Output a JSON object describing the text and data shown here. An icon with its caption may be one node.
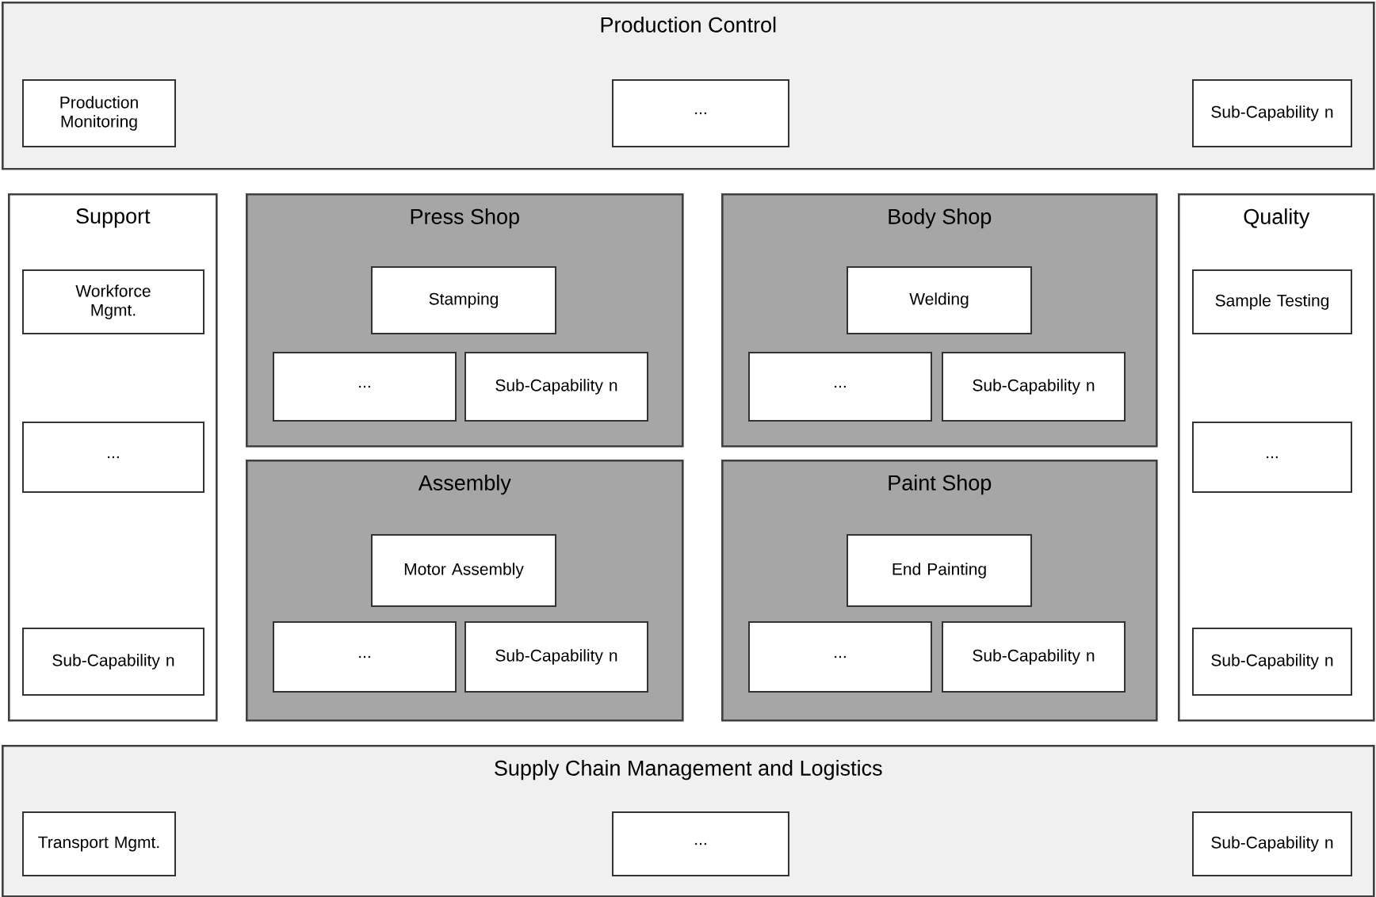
{
  "diagram": {
    "nodes": [
      {
        "text": [
          "Production Control"
        ]
      },
      {
        "text": [
          "Production Monitoring"
        ],
        "in": 0
      },
      {
        "text": [
          "..."
        ],
        "in": 0
      },
      {
        "text": [
          "Sub-Capability n"
        ],
        "in": 0
      },
      {
        "text": [
          "Support"
        ]
      },
      {
        "text": [
          "Workforce Mgmt."
        ],
        "in": 4
      },
      {
        "text": [
          "..."
        ],
        "in": 4
      },
      {
        "text": [
          "Sub-Capability n"
        ],
        "in": 4
      },
      {
        "text": [
          "Press Shop"
        ]
      },
      {
        "text": [
          "Stamping"
        ],
        "in": 8
      },
      {
        "text": [
          "..."
        ],
        "in": 8
      },
      {
        "text": [
          "Sub-Capability n"
        ],
        "in": 8
      },
      {
        "text": [
          "Body Shop"
        ]
      },
      {
        "text": [
          "Welding"
        ],
        "in": 12
      },
      {
        "text": [
          "..."
        ],
        "in": 12
      },
      {
        "text": [
          "Sub-Capability n"
        ],
        "in": 12
      },
      {
        "text": [
          "Assembly"
        ]
      },
      {
        "text": [
          "Motor Assembly"
        ],
        "in": 16
      },
      {
        "text": [
          "..."
        ],
        "in": 16
      },
      {
        "text": [
          "Sub-Capability n"
        ],
        "in": 16
      },
      {
        "text": [
          "Paint Shop"
        ]
      },
      {
        "text": [
          "End Painting"
        ],
        "in": 20
      },
      {
        "text": [
          "..."
        ],
        "in": 20
      },
      {
        "text": [
          "Sub-Capability n"
        ],
        "in": 20
      },
      {
        "text": [
          "Quality"
        ]
      },
      {
        "text": [
          "Sample Testing"
        ],
        "in": 24
      },
      {
        "text": [
          "..."
        ],
        "in": 24
      },
      {
        "text": [
          "Sub-Capability n"
        ],
        "in": 24
      },
      {
        "text": [
          "Supply Chain Management and Logistics"
        ]
      },
      {
        "text": [
          "Transport Mgmt."
        ],
        "in": 28
      },
      {
        "text": [
          "..."
        ],
        "in": 28
      },
      {
        "text": [
          "Sub-Capability n"
        ],
        "in": 28
      }
    ]
  }
}
